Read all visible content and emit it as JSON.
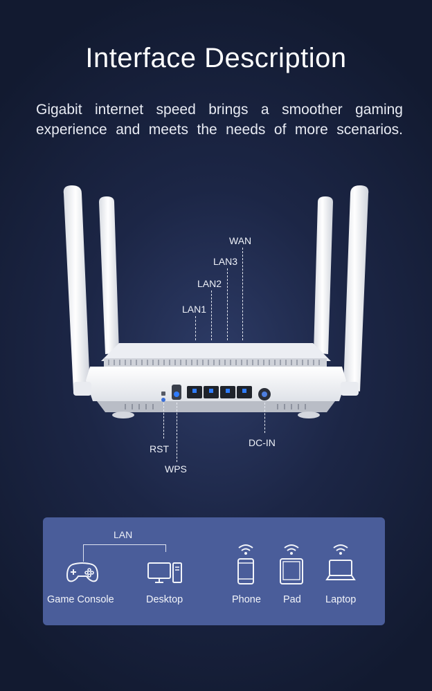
{
  "header": {
    "title": "Interface Description",
    "subtitle": "Gigabit internet speed brings a smoother gaming experience and meets the needs of more scenarios."
  },
  "ports": {
    "wan": "WAN",
    "lan3": "LAN3",
    "lan2": "LAN2",
    "lan1": "LAN1",
    "rst": "RST",
    "wps": "WPS",
    "dc_in": "DC-IN"
  },
  "panel": {
    "lan_label": "LAN",
    "devices": [
      {
        "label": "Game Console",
        "icon": "gamepad-icon"
      },
      {
        "label": "Desktop",
        "icon": "desktop-icon"
      },
      {
        "label": "Phone",
        "icon": "phone-icon"
      },
      {
        "label": "Pad",
        "icon": "tablet-icon"
      },
      {
        "label": "Laptop",
        "icon": "laptop-icon"
      }
    ]
  },
  "colors": {
    "background": "#1c2646",
    "panel": "#4a5d9a",
    "router": "#f4f5f8",
    "port_led": "#2f7cff"
  }
}
